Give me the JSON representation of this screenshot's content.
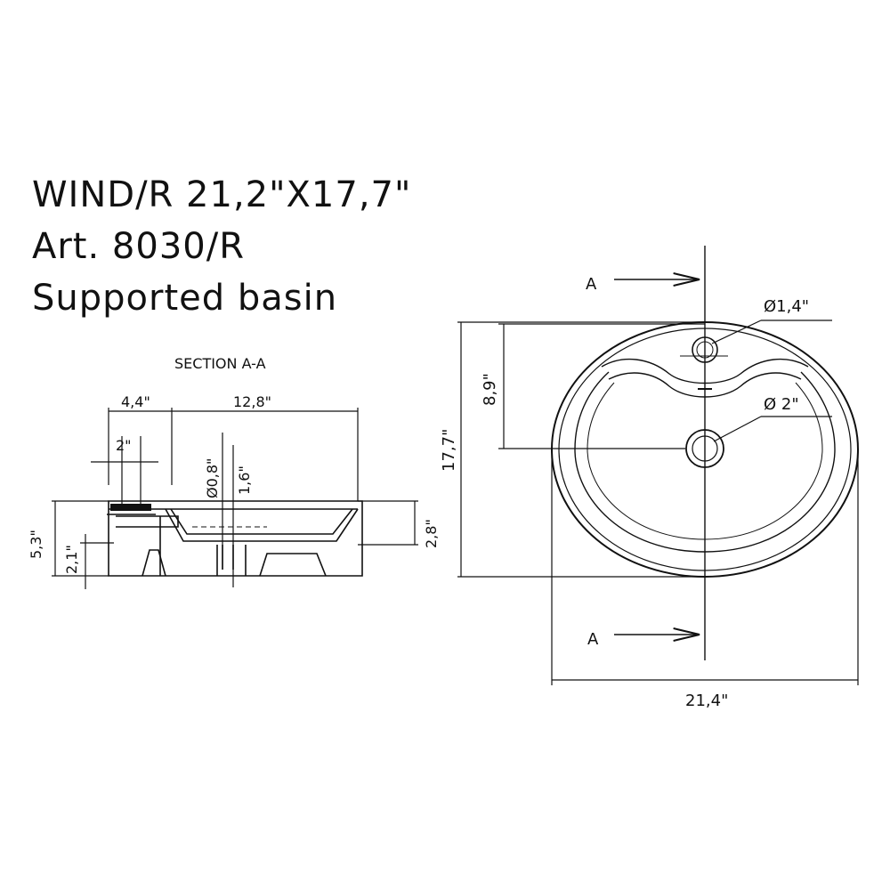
{
  "header": {
    "title_line1": "WIND/R 21,2\"X17,7\"",
    "title_line2": "Art. 8030/R",
    "title_line3": "Supported basin"
  },
  "section": {
    "label": "SECTION A-A",
    "dim_top_left": "4,4\"",
    "dim_top_right": "12,8\"",
    "dim_inner": "2\"",
    "dim_drain_dia": "Ø0,8\"",
    "dim_drain_h": "1,6\"",
    "dim_height": "5,3\"",
    "dim_foot": "2,1\"",
    "dim_depth": "2,8\""
  },
  "plan": {
    "section_mark_top": "A",
    "section_mark_bottom": "A",
    "dim_tap_hole": "Ø1,4\"",
    "dim_drain": "Ø 2\"",
    "dim_offset": "8,9\"",
    "dim_depth": "17,7\"",
    "dim_width": "21,4\""
  }
}
